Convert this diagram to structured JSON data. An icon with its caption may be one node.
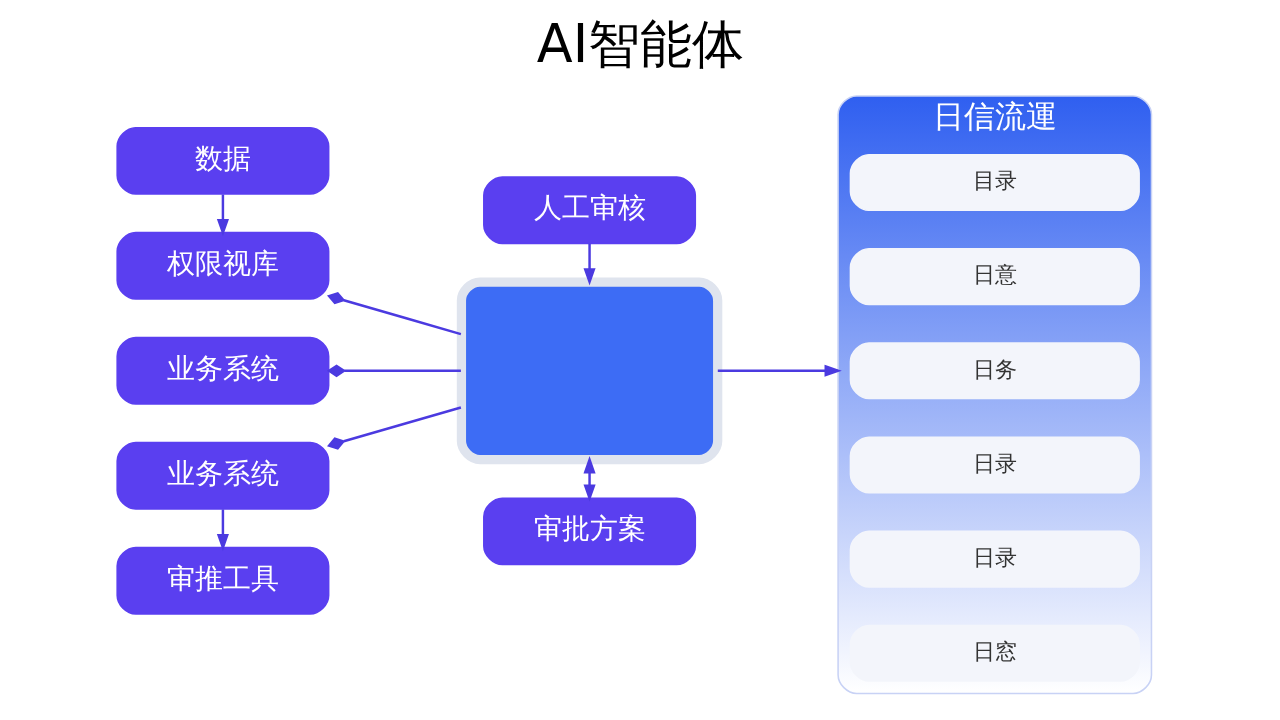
{
  "diagram": {
    "title": "AI智能体",
    "nodes": [
      {
        "text": [
          "数据"
        ]
      },
      {
        "text": [
          "权限视库"
        ]
      },
      {
        "text": [
          "业务系统"
        ]
      },
      {
        "text": [
          "业务系统"
        ]
      },
      {
        "text": [
          "审推工具"
        ]
      },
      {
        "text": [
          "人工审核"
        ]
      },
      {
        "text": [],
        "shape": "box"
      },
      {
        "text": [
          "审批方案"
        ]
      },
      {
        "text": [
          "日信流運"
        ]
      },
      {
        "text": [
          "目录"
        ],
        "in": 8
      },
      {
        "text": [
          "日意"
        ],
        "in": 8
      },
      {
        "text": [
          "日务"
        ],
        "in": 8
      },
      {
        "text": [
          "日录"
        ],
        "in": 8
      },
      {
        "text": [
          "日录"
        ],
        "in": 8
      },
      {
        "text": [
          "日窓"
        ],
        "in": 8
      }
    ],
    "edges": [
      {
        "from": 0,
        "to": 1,
        "arrow": "to"
      },
      {
        "from": 1,
        "to": 6,
        "arrow": "other"
      },
      {
        "from": 2,
        "to": 6,
        "arrow": "other"
      },
      {
        "from": 3,
        "to": 6,
        "arrow": "other"
      },
      {
        "from": 3,
        "to": 4,
        "arrow": "to"
      },
      {
        "from": 5,
        "to": 6,
        "arrow": "to"
      },
      {
        "from": 6,
        "to": 7,
        "arrow": "both"
      },
      {
        "from": 6,
        "to": 8,
        "arrow": "to"
      }
    ]
  }
}
